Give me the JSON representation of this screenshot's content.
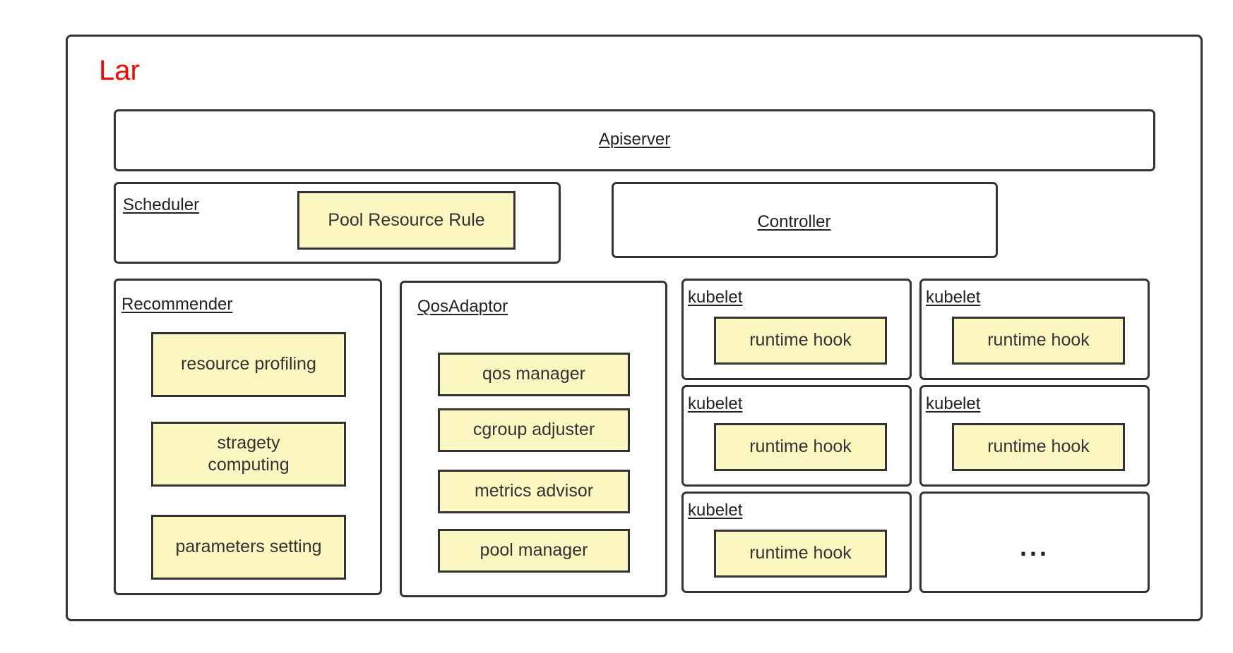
{
  "title": "Lar",
  "apiserver": {
    "label": "Apiserver"
  },
  "scheduler": {
    "label": "Scheduler",
    "component": "Pool Resource Rule"
  },
  "controller": {
    "label": "Controller"
  },
  "recommender": {
    "label": "Recommender",
    "components": [
      "resource profiling",
      "stragety computing",
      "parameters setting"
    ]
  },
  "qos_adaptor": {
    "label": "QosAdaptor",
    "components": [
      "qos manager",
      "cgroup adjuster",
      "metrics advisor",
      "pool manager"
    ]
  },
  "kubelets": [
    {
      "label": "kubelet",
      "component": "runtime hook"
    },
    {
      "label": "kubelet",
      "component": "runtime hook"
    },
    {
      "label": "kubelet",
      "component": "runtime hook"
    },
    {
      "label": "kubelet",
      "component": "runtime hook"
    },
    {
      "label": "kubelet",
      "component": "runtime hook"
    }
  ],
  "more": "..."
}
